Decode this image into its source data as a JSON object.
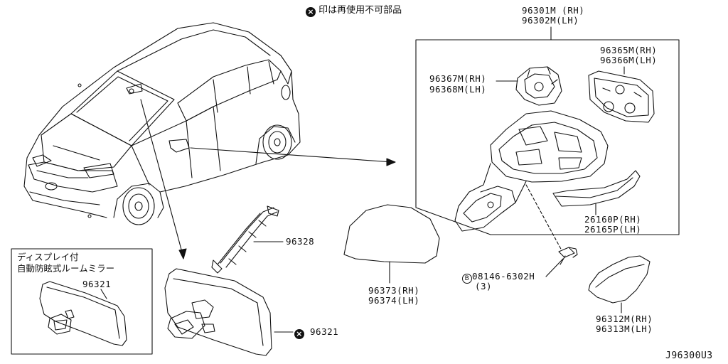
{
  "notice": {
    "symbol": "×",
    "text": "印は再使用不可部品"
  },
  "inset": {
    "title_line1": "ディスプレイ付",
    "title_line2": "自動防眩式ルームミラー",
    "part": "96321"
  },
  "parts": {
    "mirror_assy_rh": "96301M (RH)",
    "mirror_assy_lh": "96302M(LH)",
    "actuator_rh": "96367M(RH)",
    "actuator_lh": "96368M(LH)",
    "glass_holder_rh": "96365M(RH)",
    "glass_holder_lh": "96366M(LH)",
    "turn_lamp_rh": "26160P(RH)",
    "turn_lamp_lh": "26165P(LH)",
    "bolt_prefix": "B",
    "bolt": "08146-6302H",
    "bolt_qty": "(3)",
    "mirror_glass_rh": "96373(RH)",
    "mirror_glass_lh": "96374(LH)",
    "cover_rh": "96312M(RH)",
    "cover_lh": "96313M(LH)",
    "harness": "96328",
    "inner_mirror": "96321"
  },
  "diagram_code": "J96300U3"
}
